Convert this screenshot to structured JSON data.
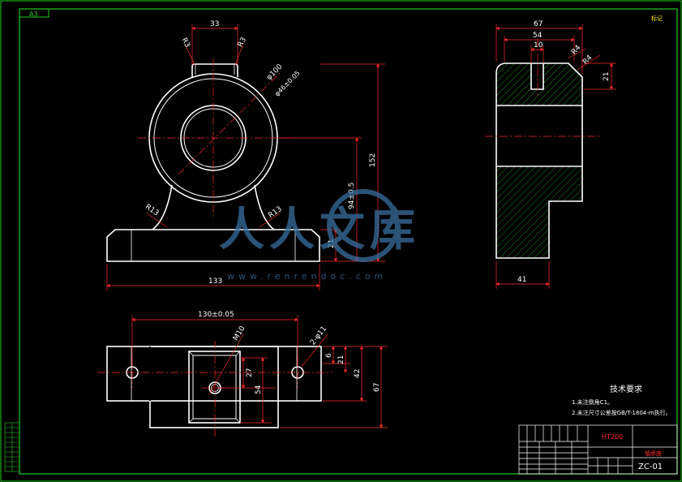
{
  "sheet": {
    "corner_tag": "A3",
    "corner_mark": "标记",
    "watermark_text": "人人文库",
    "watermark_url": "www.renrendoc.com"
  },
  "front_view": {
    "dim_top_width": "33",
    "dim_r3_left": "R3",
    "dim_r3_right": "R3",
    "dim_outer_dia": "φ100",
    "dim_bore_dia": "φ46±0.05",
    "dim_r13_left": "R13",
    "dim_r13_right": "R13",
    "dim_center_height": "94±0.5",
    "dim_total_height": "152",
    "dim_base_height": "21",
    "dim_base_length": "133"
  },
  "side_view": {
    "dim_width_67": "67",
    "dim_width_54": "54",
    "dim_slot_10": "10",
    "dim_r4_a": "R4",
    "dim_r4_b": "R4",
    "dim_slot_depth": "21",
    "dim_base_41": "41"
  },
  "top_view": {
    "dim_hole_spacing": "130±0.05",
    "dim_thread": "M10",
    "dim_holes": "2-φ11",
    "dim_6": "6",
    "dim_21": "21",
    "dim_42": "42",
    "dim_67": "67",
    "dim_27": "27",
    "dim_54": "54"
  },
  "notes": {
    "title": "技术要求",
    "line1": "1.未注倒角C1。",
    "line2": "2.未注尺寸公差按GB/T-1804-m执行。"
  },
  "title_block": {
    "material": "HT200",
    "part_name": "轴承座",
    "drawing_no": "ZC-01"
  },
  "colors": {
    "outline": "#ffffff",
    "dimension": "#ff2a2a",
    "center": "#ff2a2a",
    "frame": "#22cc22",
    "hatch": "#1f8f2a",
    "watermark": "#3a6fa0",
    "note_text": "#ffffff"
  }
}
